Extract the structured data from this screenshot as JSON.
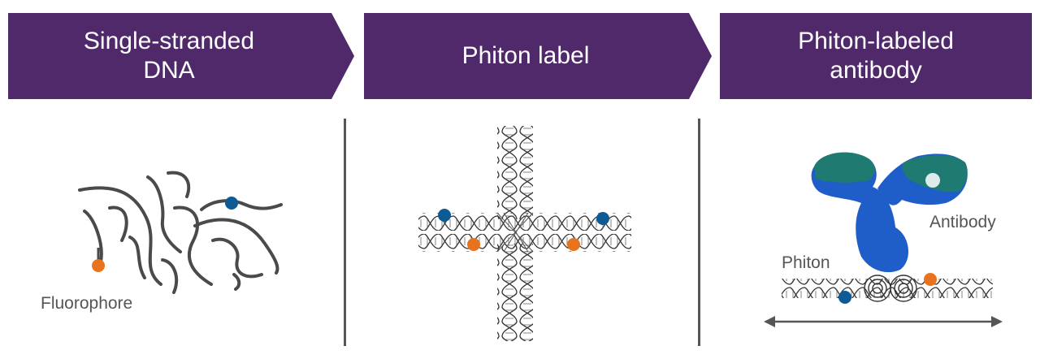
{
  "panels": [
    {
      "title": "Single-stranded\nDNA"
    },
    {
      "title": "Phiton label"
    },
    {
      "title": "Phiton-labeled\nantibody"
    }
  ],
  "labels": {
    "fluorophore": "Fluorophore",
    "antibody": "Antibody",
    "phiton": "Phiton"
  },
  "colors": {
    "banner": "#50296b",
    "orange_dot": "#e8731e",
    "blue_dot": "#0d5a94",
    "antibody_blue": "#1f5ec8",
    "antibody_teal": "#1f7a72"
  }
}
